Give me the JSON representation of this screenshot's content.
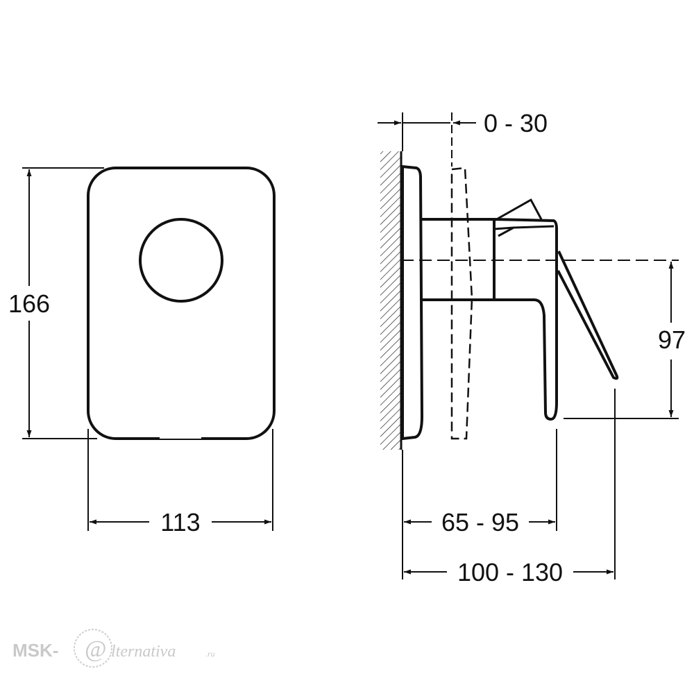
{
  "dimensions": {
    "front_height": "166",
    "front_width": "113",
    "offset_range": "0 - 30",
    "lever_height": "97",
    "body_depth": "65 - 95",
    "total_depth": "100 - 130"
  },
  "watermark": {
    "brand": "MSK-",
    "at_sign": "@",
    "rest": "lternativa",
    "tld": ".ru"
  },
  "colors": {
    "line": "#111111",
    "watermark": "#c9c9c9"
  }
}
